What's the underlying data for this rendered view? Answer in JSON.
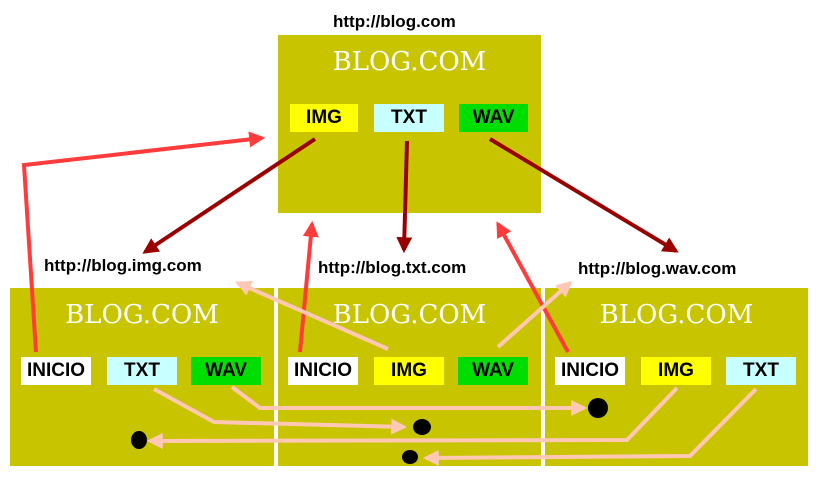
{
  "colors": {
    "panel": "#c8c400",
    "img_tag": "#ffff00",
    "txt_tag": "#c8ffff",
    "wav_tag": "#00dd00",
    "inicio_tag": "#ffffff",
    "dark_arrow": "#990000",
    "red_arrow": "#ff3b3b",
    "pink_link": "#ffc8b4",
    "brand_text": "#ffffff"
  },
  "main": {
    "url": "http://blog.com",
    "brand": "BLOG.COM",
    "tags": {
      "img": "IMG",
      "txt": "TXT",
      "wav": "WAV"
    }
  },
  "img_blog": {
    "url": "http://blog.img.com",
    "brand": "BLOG.COM",
    "tags": {
      "inicio": "INICIO",
      "txt": "TXT",
      "wav": "WAV"
    }
  },
  "txt_blog": {
    "url": "http://blog.txt.com",
    "brand": "BLOG.COM",
    "tags": {
      "inicio": "INICIO",
      "img": "IMG",
      "wav": "WAV"
    }
  },
  "wav_blog": {
    "url": "http://blog.wav.com",
    "brand": "BLOG.COM",
    "tags": {
      "inicio": "INICIO",
      "img": "IMG",
      "txt": "TXT"
    }
  }
}
